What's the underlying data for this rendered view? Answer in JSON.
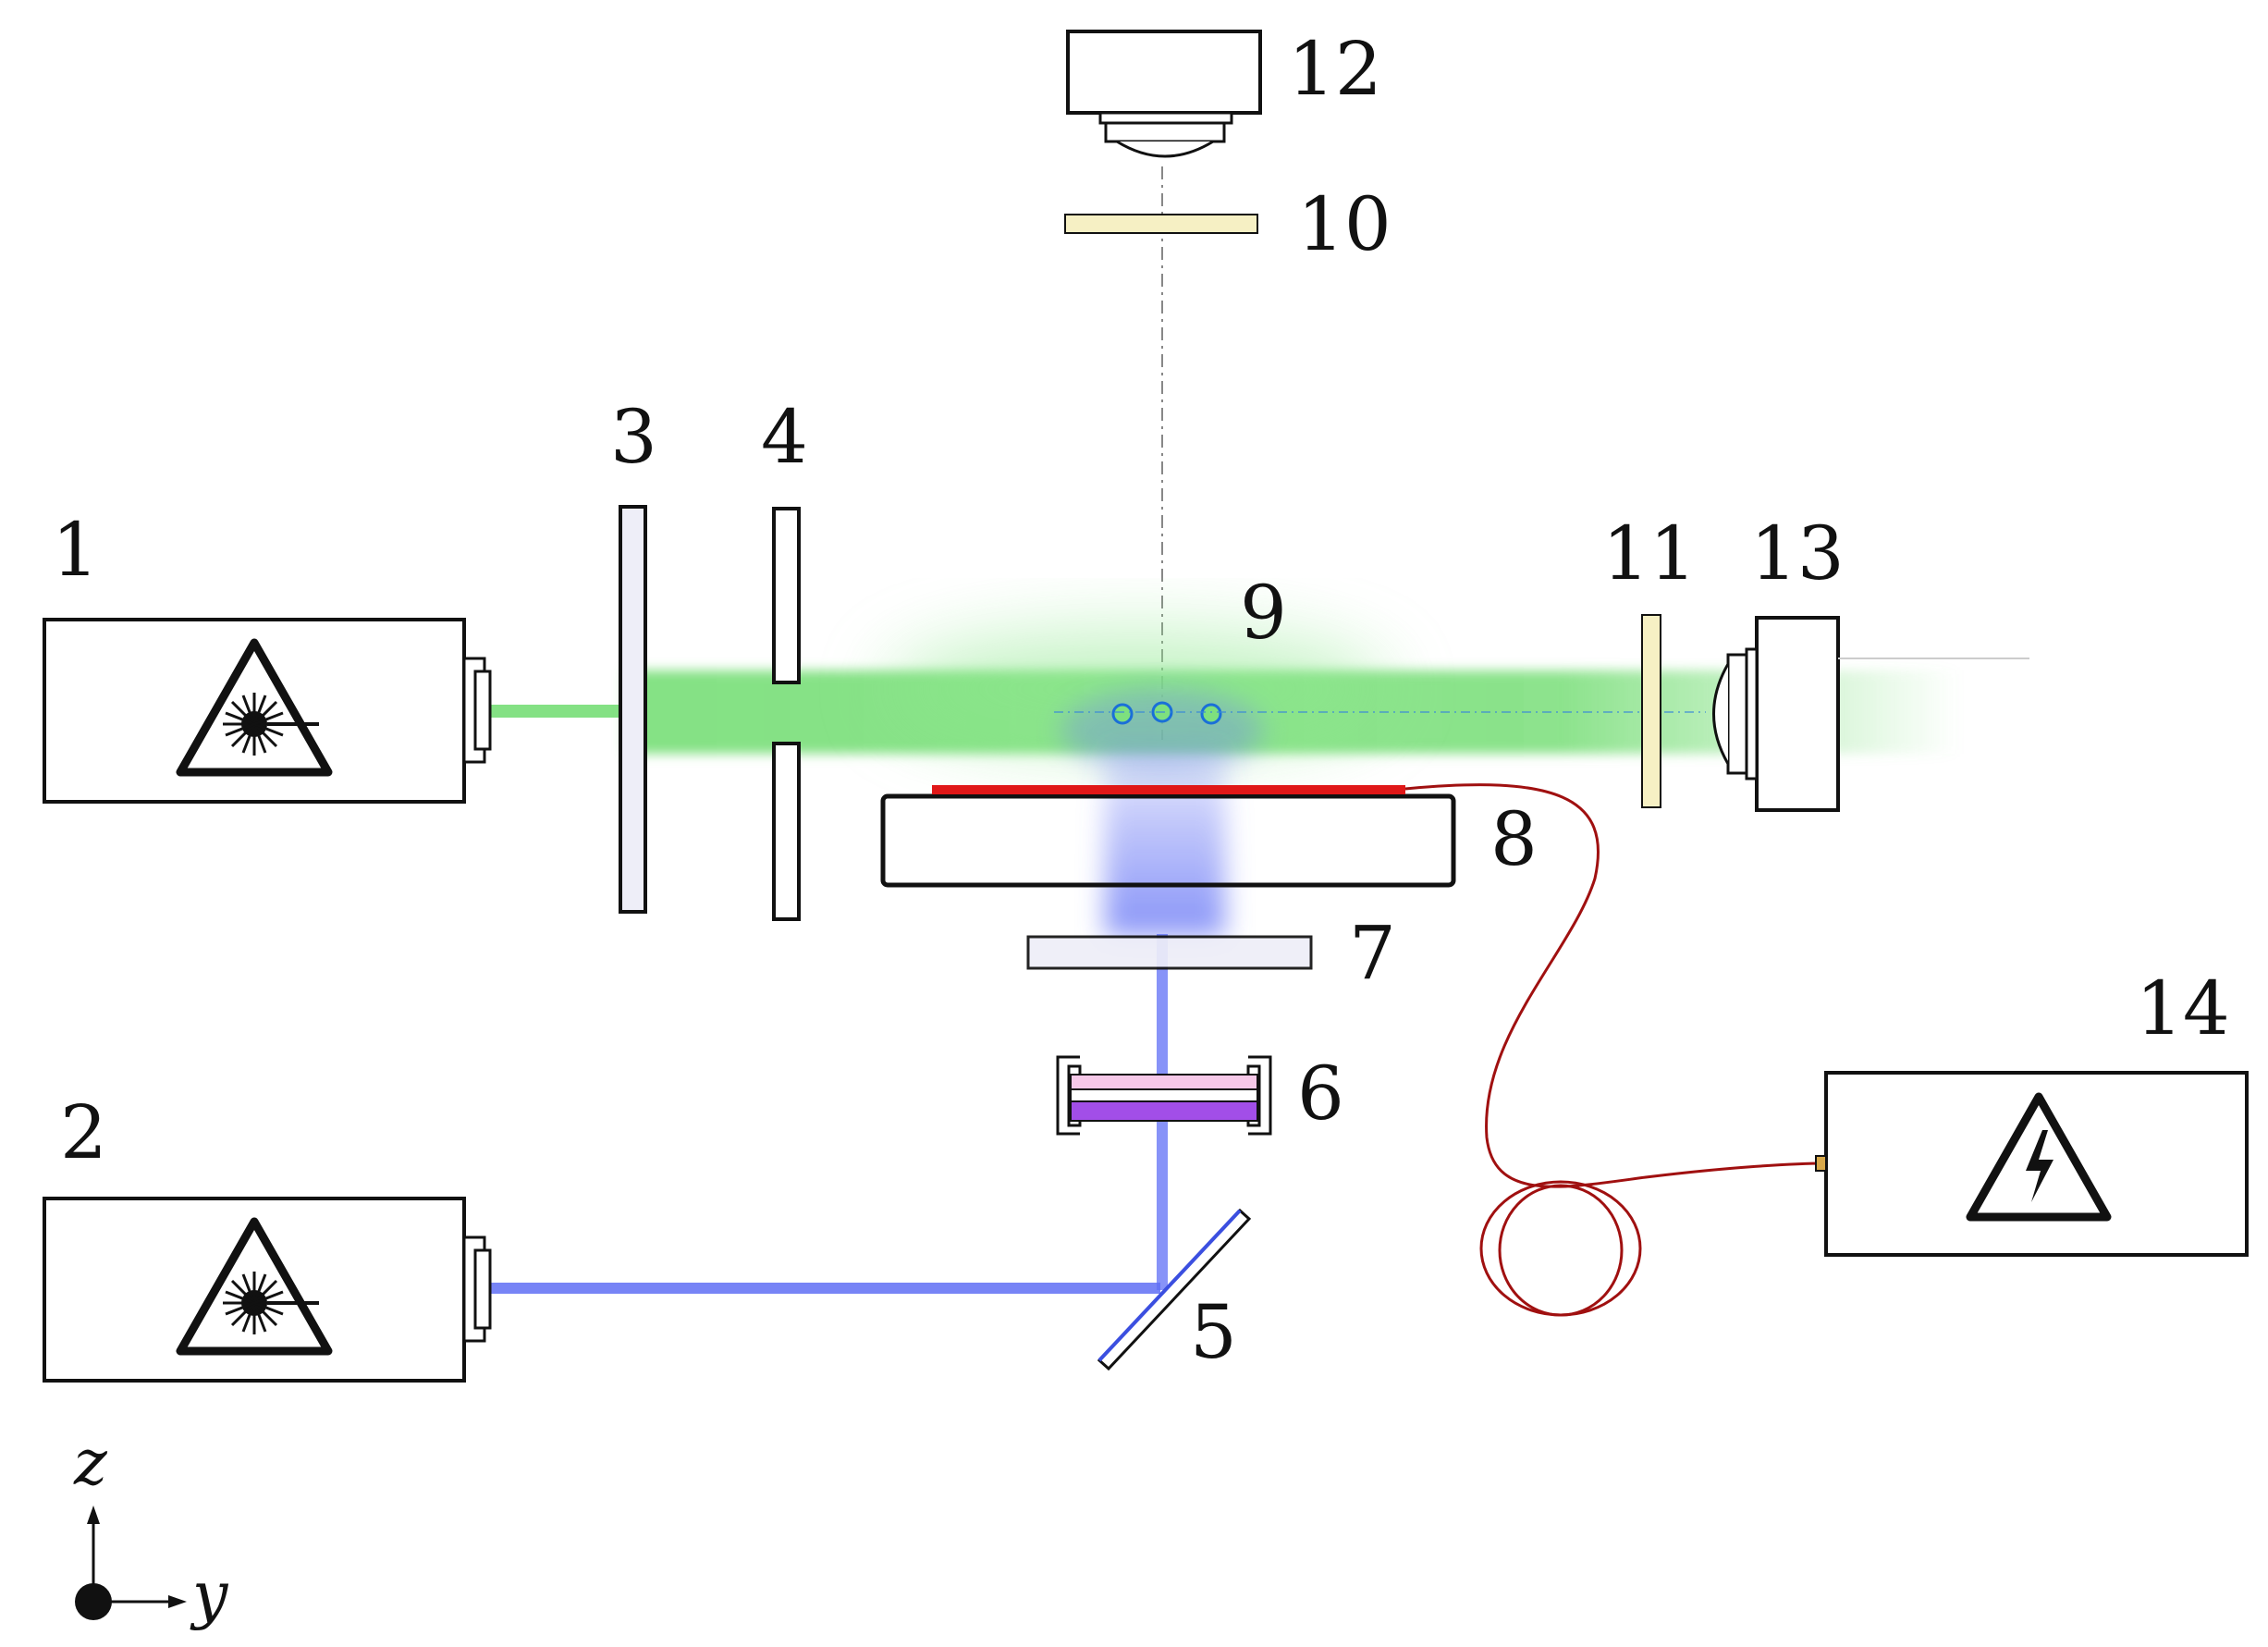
{
  "labels": {
    "l1": "1",
    "l2": "2",
    "l3": "3",
    "l4": "4",
    "l5": "5",
    "l6": "6",
    "l7": "7",
    "l8": "8",
    "l9": "9",
    "l10": "10",
    "l11": "11",
    "l12": "12",
    "l13": "13",
    "l14": "14"
  },
  "axes": {
    "z": "z",
    "y": "y"
  },
  "icons": {
    "laser_1": "laser-warning-icon",
    "laser_2": "laser-warning-icon",
    "power_supply_14": "high-voltage-icon"
  },
  "colors": {
    "green_beam": "#6fdc6f",
    "blue_beam": "#5f6ff5",
    "red_strip": "#e01818",
    "fiber": "#a01010",
    "filter": "#f6f0c4",
    "particle": "#1a9ad8"
  }
}
